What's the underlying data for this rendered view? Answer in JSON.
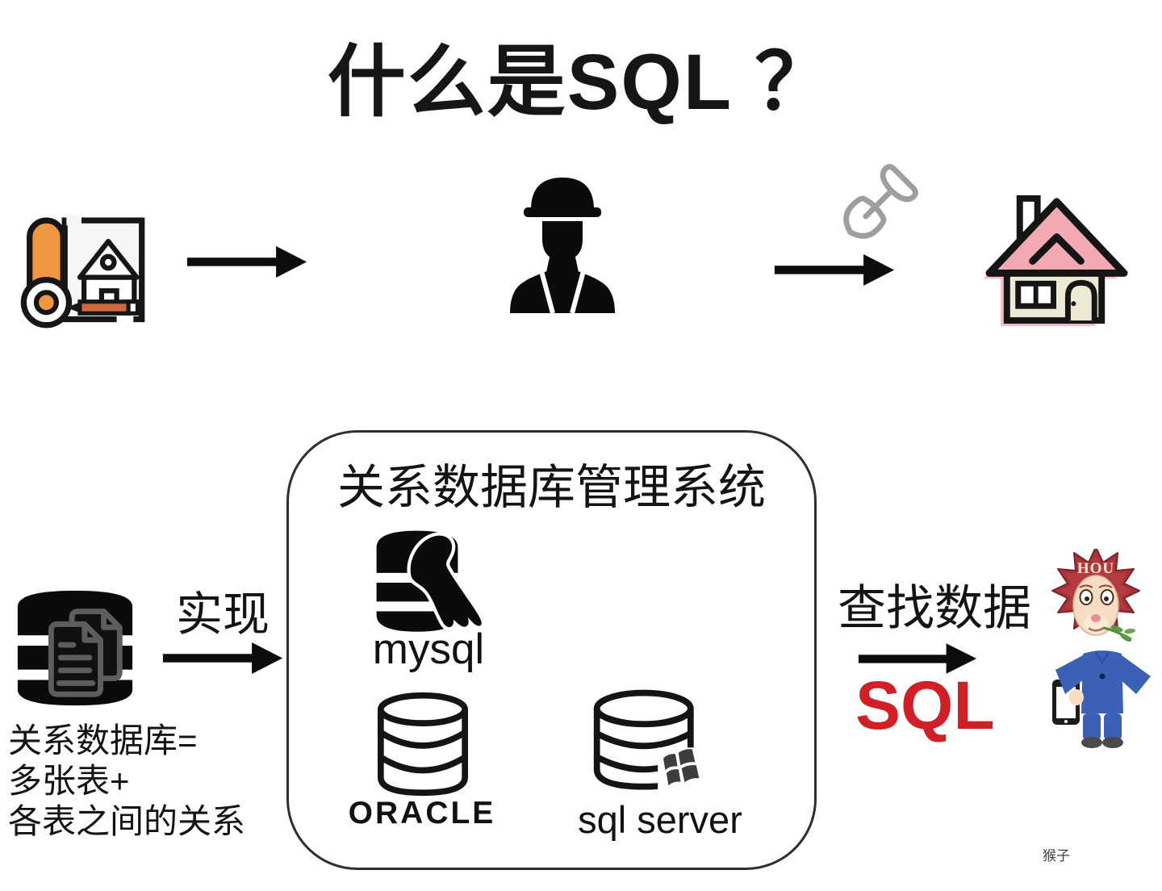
{
  "page": {
    "title": "什么是SQL ？",
    "watermark": "猴子",
    "background": "#ffffff"
  },
  "top_flow": {
    "icons": [
      "blueprint-icon",
      "arrow-right-icon",
      "construction-worker-icon",
      "shovel-icon",
      "arrow-right-icon",
      "house-icon"
    ]
  },
  "bottom_flow": {
    "database_icon": "database-tables-icon",
    "database_caption": [
      "关系数据库=",
      "多张表+",
      "各表之间的关系"
    ],
    "implement_label": "实现",
    "rdbms_box": {
      "title": "关系数据库管理系统",
      "products": [
        {
          "name": "mysql",
          "icon": "mysql-dolphin-logo"
        },
        {
          "name": "ORACLE",
          "icon": "oracle-database-icon"
        },
        {
          "name": "sql server",
          "icon": "sqlserver-database-windows-icon"
        }
      ]
    },
    "query_label": "查找数据",
    "sql_label": "SQL",
    "mascot": {
      "icon": "monkey-mascot",
      "forehead_text": "HOU"
    }
  },
  "colors": {
    "sql_red": "#d21f26",
    "blueprint_orange": "#ee9640",
    "roof_pink": "#f2a9b2",
    "house_cream": "#ecead5",
    "suit_blue": "#3a61b5",
    "shovel_gray": "#9e9e9e",
    "hair_red": "#a83238"
  }
}
